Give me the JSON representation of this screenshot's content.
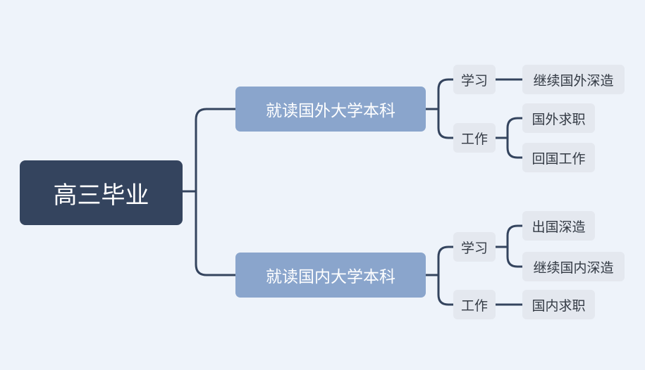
{
  "root": {
    "label": "高三毕业"
  },
  "branches": [
    {
      "label": "就读国外大学本科",
      "children": [
        {
          "label": "学习",
          "children": [
            {
              "label": "继续国外深造"
            }
          ]
        },
        {
          "label": "工作",
          "children": [
            {
              "label": "国外求职"
            },
            {
              "label": "回国工作"
            }
          ]
        }
      ]
    },
    {
      "label": "就读国内大学本科",
      "children": [
        {
          "label": "学习",
          "children": [
            {
              "label": "出国深造"
            },
            {
              "label": "继续国内深造"
            }
          ]
        },
        {
          "label": "工作",
          "children": [
            {
              "label": "国内求职"
            }
          ]
        }
      ]
    }
  ],
  "colors": {
    "background": "#eef3fa",
    "root_fill": "#34445e",
    "branch_fill": "#8aa5cc",
    "leaf_fill": "#e4e8ef",
    "connector": "#34445e"
  }
}
